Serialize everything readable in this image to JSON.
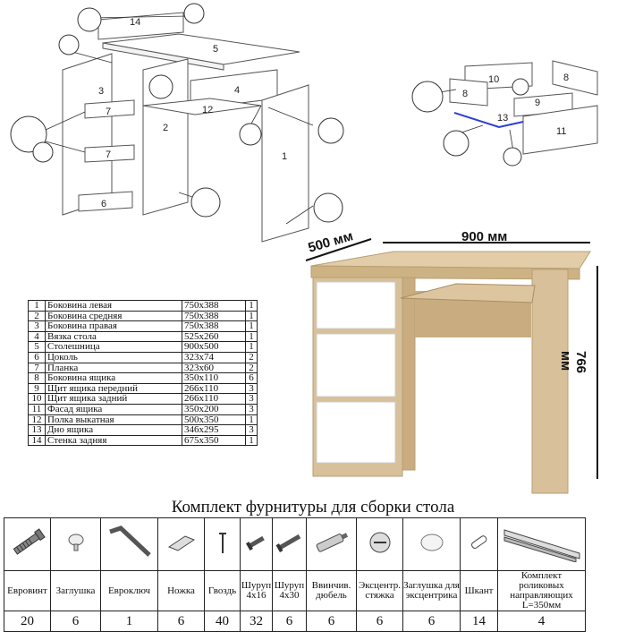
{
  "diagram": {
    "left_labels": [
      "14",
      "5",
      "3",
      "4",
      "7",
      "12",
      "2",
      "7",
      "1",
      "6"
    ],
    "right_labels": [
      "10",
      "8",
      "13",
      "9",
      "8",
      "11"
    ]
  },
  "dimensions": {
    "depth": "500 мм",
    "width": "900 мм",
    "height": "766 мм"
  },
  "parts": [
    {
      "num": "1",
      "name": "Боковина левая",
      "size": "750х388",
      "qty": "1"
    },
    {
      "num": "2",
      "name": "Боковина средняя",
      "size": "750х388",
      "qty": "1"
    },
    {
      "num": "3",
      "name": "Боковина правая",
      "size": "750х388",
      "qty": "1"
    },
    {
      "num": "4",
      "name": "Вязка стола",
      "size": "525х260",
      "qty": "1"
    },
    {
      "num": "5",
      "name": "Столешница",
      "size": "900х500",
      "qty": "1"
    },
    {
      "num": "6",
      "name": "Цоколь",
      "size": "323х74",
      "qty": "2"
    },
    {
      "num": "7",
      "name": "Планка",
      "size": "323х60",
      "qty": "2"
    },
    {
      "num": "8",
      "name": "Боковина ящика",
      "size": "350х110",
      "qty": "6"
    },
    {
      "num": "9",
      "name": "Щит ящика передний",
      "size": "266х110",
      "qty": "3"
    },
    {
      "num": "10",
      "name": "Щит ящика задний",
      "size": "266х110",
      "qty": "3"
    },
    {
      "num": "11",
      "name": "Фасад ящика",
      "size": "350х200",
      "qty": "3"
    },
    {
      "num": "12",
      "name": "Полка выкатная",
      "size": "500х350",
      "qty": "1"
    },
    {
      "num": "13",
      "name": "Дно ящика",
      "size": "346х295",
      "qty": "3"
    },
    {
      "num": "14",
      "name": "Стенка задняя",
      "size": "675х350",
      "qty": "1"
    }
  ],
  "hardware_title": "Комплект фурнитуры для сборки стола",
  "hardware": [
    {
      "name": "Евровинт",
      "count": "20",
      "icon": "eurobolt-icon"
    },
    {
      "name": "Заглушка",
      "count": "6",
      "icon": "cap-icon"
    },
    {
      "name": "Евроключ",
      "count": "1",
      "icon": "hex-key-icon"
    },
    {
      "name": "Ножка",
      "count": "6",
      "icon": "foot-icon"
    },
    {
      "name": "Гвоздь",
      "count": "40",
      "icon": "nail-icon"
    },
    {
      "name": "Шуруп 4х16",
      "count": "32",
      "icon": "screw-short-icon"
    },
    {
      "name": "Шуруп 4х30",
      "count": "6",
      "icon": "screw-long-icon"
    },
    {
      "name": "Ввинчив. дюбель",
      "count": "6",
      "icon": "dowel-screw-icon"
    },
    {
      "name": "Эксцентр. стяжка",
      "count": "6",
      "icon": "cam-lock-icon"
    },
    {
      "name": "Заглушка для эксцентрика",
      "count": "6",
      "icon": "cam-cap-icon"
    },
    {
      "name": "Шкант",
      "count": "14",
      "icon": "wood-dowel-icon"
    },
    {
      "name": "Комплект роликовых направляющих L=350мм",
      "count": "4",
      "icon": "drawer-slides-icon"
    }
  ],
  "colors": {
    "oak": "#d8c09a",
    "white_panel": "#ffffff",
    "outline": "#444444",
    "accent_blue": "#2a3fd0"
  }
}
